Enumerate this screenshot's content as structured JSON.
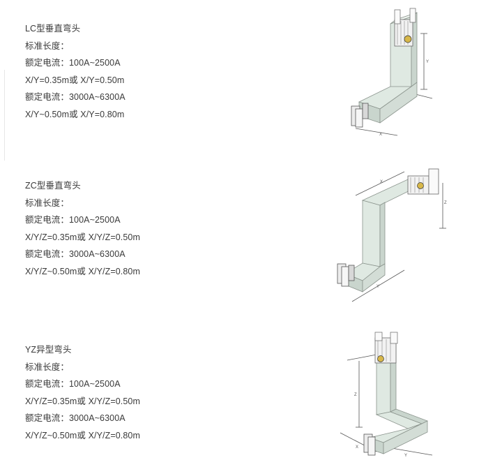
{
  "products": [
    {
      "title": "LC型垂直弯头",
      "lines": [
        "标准长度：",
        "额定电流：100A~2500A",
        "X/Y=0.35m或 X/Y=0.50m",
        "额定电流：3000A~6300A",
        "X/Y~0.50m或 X/Y=0.80m"
      ],
      "figure_icon": "lc-vertical-elbow-diagram"
    },
    {
      "title": "ZC型垂直弯头",
      "lines": [
        "标准长度：",
        "额定电流：100A~2500A",
        "X/Y/Z=0.35m或 X/Y/Z=0.50m",
        "额定电流：3000A~6300A",
        "X/Y/Z~0.50m或 X/Y/Z=0.80m"
      ],
      "figure_icon": "zc-vertical-elbow-diagram"
    },
    {
      "title": "YZ异型弯头",
      "lines": [
        "标准长度：",
        "额定电流：100A~2500A",
        "X/Y/Z=0.35m或 X/Y/Z=0.50m",
        "额定电流：3000A~6300A",
        "X/Y/Z~0.50m或 X/Y/Z=0.80m"
      ],
      "figure_icon": "yz-special-elbow-diagram"
    }
  ],
  "colors": {
    "text": "#3a3a3a",
    "duct_fill": "#dfe9e2",
    "duct_stroke": "#8a938c",
    "gold": "#d7b74a"
  }
}
